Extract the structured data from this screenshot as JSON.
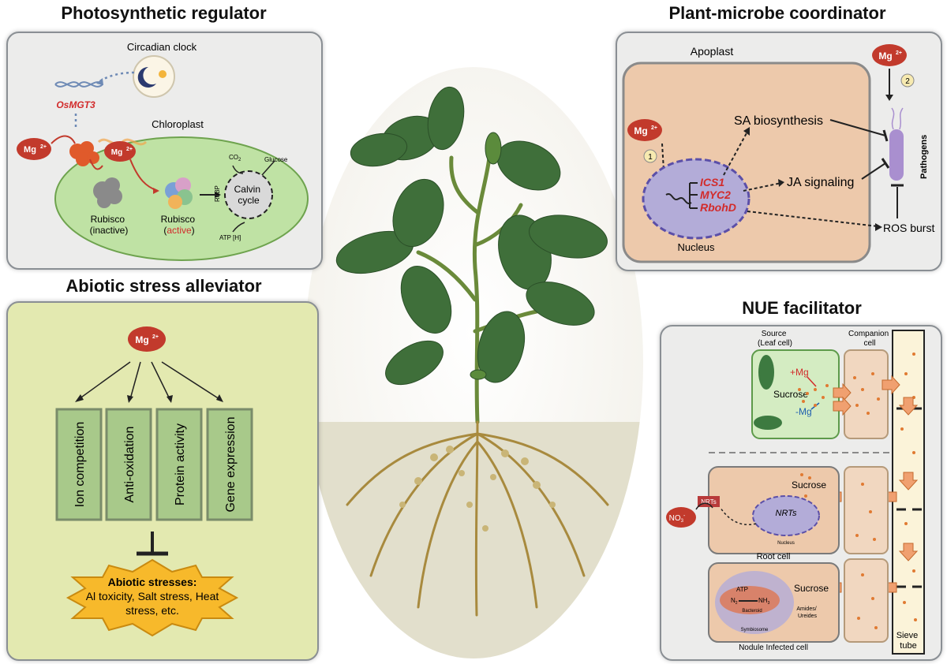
{
  "colors": {
    "panel_grey": "#ececeb",
    "panel_green": "#e3e9b0",
    "cell_peach": "#edc9ab",
    "chloroplast": "#bfe2a4",
    "mg_red": "#c23a2c",
    "nucleus": "#b3acd8",
    "soil": "#e2dfcc"
  },
  "photosynthetic": {
    "title": "Photosynthetic regulator",
    "circadian": "Circadian clock",
    "gene": "OsMGT3",
    "chloroplast": "Chloroplast",
    "mg": "Mg",
    "mg_sup": "2+",
    "rubisco_inactive_1": "Rubisco",
    "rubisco_inactive_2": "(inactive)",
    "rubisco_active_1": "Rubisco",
    "rubisco_active_paren_open": "(",
    "rubisco_active_word": "active",
    "rubisco_active_paren_close": ")",
    "calvin_1": "Calvin",
    "calvin_2": "cycle",
    "co2": "CO",
    "co2_sub": "2",
    "glucose": "Glucose",
    "rubp": "RuBP",
    "atp": "ATP [H]"
  },
  "plant_microbe": {
    "title": "Plant-microbe coordinator",
    "apoplast": "Apoplast",
    "mg": "Mg",
    "mg_sup": "2+",
    "step1": "1",
    "step2": "2",
    "sa": "SA biosynthesis",
    "ja": "JA signaling",
    "ros": "ROS burst",
    "genes": [
      "ICS1",
      "MYC2",
      "RbohD"
    ],
    "nucleus": "Nucleus",
    "pathogens": "Pathogens"
  },
  "abiotic": {
    "title": "Abiotic stress alleviator",
    "mg": "Mg",
    "mg_sup": "2+",
    "boxes": [
      "Ion competition",
      "Anti-oxidation",
      "Protein activity",
      "Gene expression"
    ],
    "stress_title": "Abiotic stresses:",
    "stress_line1": "Al toxicity, Salt stress, Heat",
    "stress_line2": "stress, etc."
  },
  "nue": {
    "title": "NUE facilitator",
    "source_1": "Source",
    "source_2": "(Leaf cell)",
    "companion_1": "Companion",
    "companion_2": "cell",
    "plus_mg": "+Mg",
    "minus_mg": "-Mg",
    "sucrose": "Sucrose",
    "nrts": "NRTs",
    "no3": "NO",
    "no3_sub": "3",
    "no3_sup": "-",
    "nucleus": "Nucleus",
    "root_cell": "Root cell",
    "atp": "ATP",
    "n2": "N",
    "n2_sub": "2",
    "nh3": "NH",
    "nh3_sub": "3",
    "bacteroid": "Bacteroid",
    "symbiosome": "Symbiosome",
    "amides_1": "Amides/",
    "amides_2": "Ureides",
    "nodule": "Nodule Infected cell",
    "sieve_1": "Sieve",
    "sieve_2": "tube"
  }
}
